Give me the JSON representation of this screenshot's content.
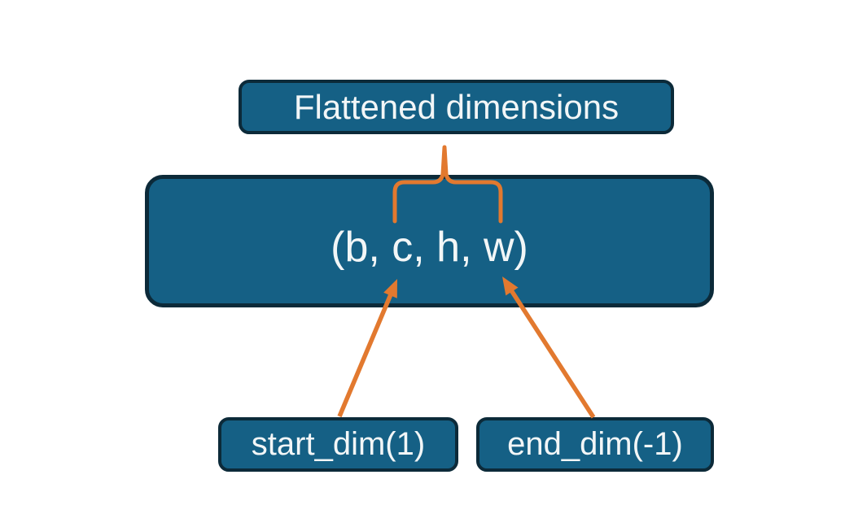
{
  "boxes": {
    "flattened": {
      "label": "Flattened dimensions"
    },
    "tensor": {
      "label": "(b, c, h, w)"
    },
    "start_dim": {
      "label": "start_dim(1)"
    },
    "end_dim": {
      "label": "end_dim(-1)"
    }
  },
  "connectors": {
    "brace": "curly-brace-connector",
    "start_arrow": "arrow-up-right",
    "end_arrow": "arrow-up-left"
  },
  "colors": {
    "background": "#ffffff",
    "box_fill": "#156085",
    "box_border": "#0c2a39",
    "text_color": "#f2f6f7",
    "accent": "#e2792f"
  }
}
